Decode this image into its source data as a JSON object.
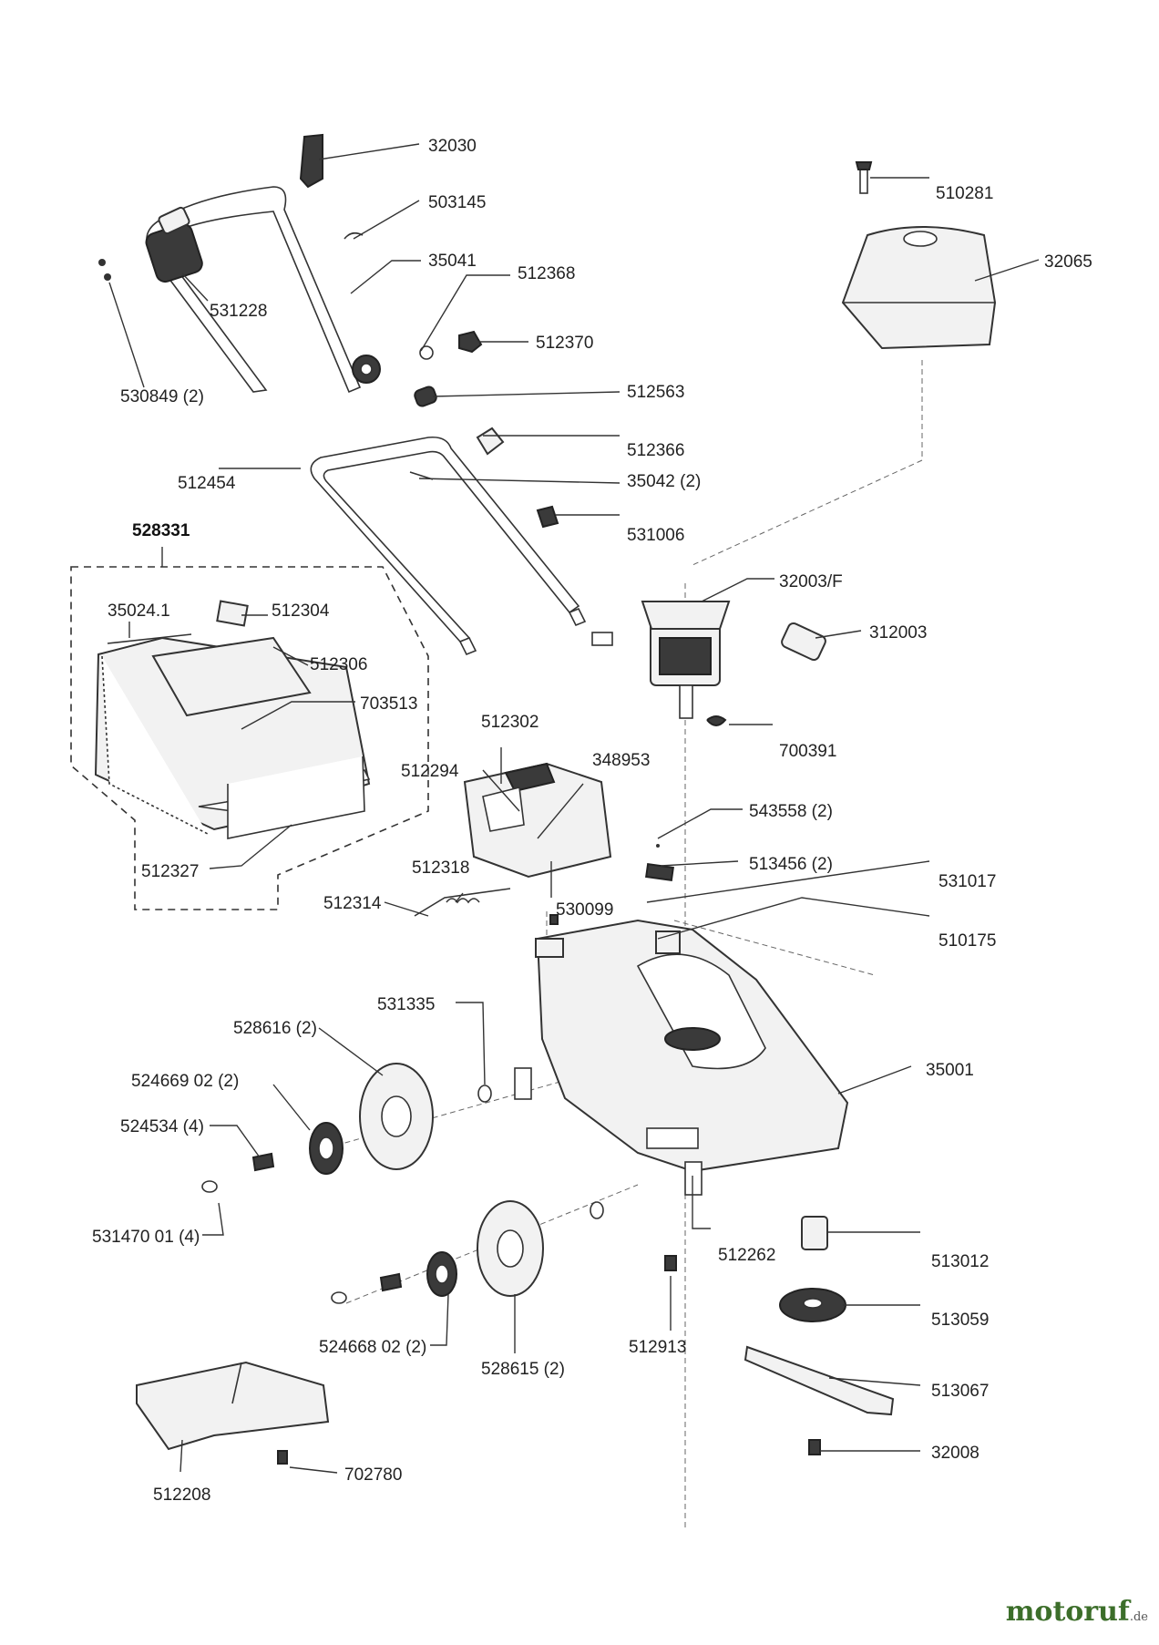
{
  "labels": {
    "l32030": "32030",
    "l503145": "503145",
    "l35041": "35041",
    "l512368": "512368",
    "l531228": "531228",
    "l512370": "512370",
    "l530849": "530849 (2)",
    "l512563": "512563",
    "l512366": "512366",
    "l512454": "512454",
    "l35042": "35042 (2)",
    "l531006": "531006",
    "l528331": "528331",
    "l35024_1": "35024.1",
    "l512304": "512304",
    "l512306": "512306",
    "l703513": "703513",
    "l512302": "512302",
    "l512294": "512294",
    "l348953": "348953",
    "l512327": "512327",
    "l512318": "512318",
    "l512314": "512314",
    "l530099": "530099",
    "l510281": "510281",
    "l32065": "32065",
    "l32003F": "32003/F",
    "l312003": "312003",
    "l700391": "700391",
    "l543558": "543558 (2)",
    "l513456": "513456 (2)",
    "l531017": "531017",
    "l510175": "510175",
    "l531335": "531335",
    "l528616": "528616 (2)",
    "l524669": "524669 02 (2)",
    "l524534": "524534 (4)",
    "l531470": "531470 01 (4)",
    "l35001": "35001",
    "l512262": "512262",
    "l513012": "513012",
    "l513059": "513059",
    "l513067": "513067",
    "l32008": "32008",
    "l524668": "524668 02 (2)",
    "l528615": "528615 (2)",
    "l512913": "512913",
    "l512208": "512208",
    "l702780": "702780"
  },
  "watermark": {
    "brand": "motoruf",
    "tld": ".de"
  }
}
